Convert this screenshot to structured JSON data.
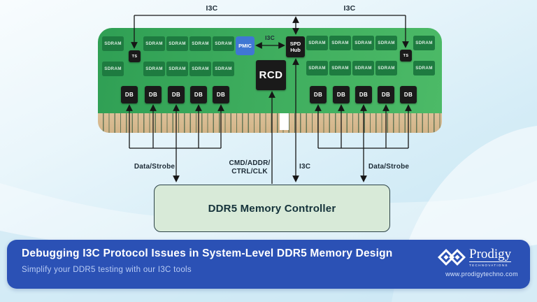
{
  "diagram": {
    "chip_labels": {
      "sdram": "SDRAM",
      "ts": "TS",
      "db": "DB",
      "pmic": "PMIC",
      "spd_line1": "SPD",
      "spd_line2": "Hub",
      "rcd": "RCD"
    },
    "bus_labels": {
      "i3c_top_left": "I3C",
      "i3c_top_right": "I3C",
      "i3c_pmic_spd": "I3C",
      "i3c_vertical": "I3C",
      "data_strobe_left": "Data/Strobe",
      "data_strobe_right": "Data/Strobe",
      "cmd_addr_line1": "CMD/ADDR/",
      "cmd_addr_line2": "CTRL/CLK"
    },
    "controller_label": "DDR5 Memory Controller",
    "colors": {
      "pcb_green": "#3dac5d",
      "sdram_green": "#1e7b40",
      "chip_black": "#1a1a1a",
      "pmic_blue": "#4077d3",
      "connector_gold": "#d8bc94",
      "controller_bg": "#d8ead8",
      "line": "#161616",
      "banner_blue": "#2b51b5"
    }
  },
  "banner": {
    "title": "Debugging I3C Protocol Issues in System-Level DDR5 Memory Design",
    "subtitle": "Simplify your DDR5 testing with our I3C tools",
    "brand": {
      "name": "Prodigy",
      "tagline": "TECHNOVATIONS",
      "website": "www.prodigytechno.com"
    }
  }
}
